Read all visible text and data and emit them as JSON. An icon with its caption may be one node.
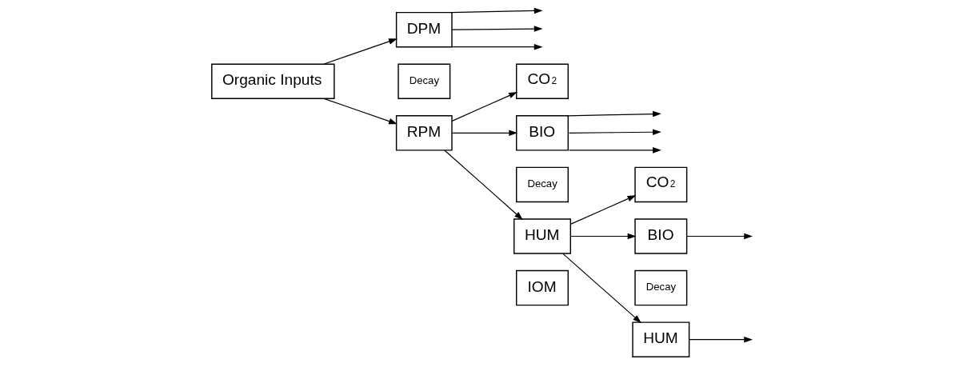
{
  "diagram": {
    "nodes": [
      {
        "text": [
          "Organic Inputs"
        ]
      },
      {
        "text": [
          "DPM"
        ]
      },
      {
        "text": [
          "RPM"
        ]
      },
      {
        "text": [
          "Decay"
        ]
      },
      {
        "text": [
          "CO$_{2}$"
        ]
      },
      {
        "text": [
          "BIO"
        ]
      },
      {
        "text": [
          "HUM"
        ]
      },
      {
        "text": [
          "Decay"
        ]
      },
      {
        "text": [
          "CO$_{2}$"
        ]
      },
      {
        "text": [
          "BIO"
        ]
      },
      {
        "text": [
          "HUM"
        ]
      },
      {
        "text": [
          "Decay"
        ]
      },
      {
        "text": [
          "IOM"
        ]
      }
    ],
    "edges": [
      {
        "from": 0,
        "to": 1,
        "arrow": "to"
      },
      {
        "from": 0,
        "to": 2,
        "arrow": "to"
      },
      {
        "from": 1,
        "to": null,
        "arrow": "to"
      },
      {
        "from": 1,
        "to": null,
        "arrow": "to"
      },
      {
        "from": 1,
        "to": null,
        "arrow": "to"
      },
      {
        "from": 2,
        "to": 4,
        "arrow": "to"
      },
      {
        "from": 2,
        "to": 5,
        "arrow": "to"
      },
      {
        "from": 2,
        "to": 6,
        "arrow": "to"
      },
      {
        "from": 5,
        "to": null,
        "arrow": "to"
      },
      {
        "from": 5,
        "to": null,
        "arrow": "to"
      },
      {
        "from": 5,
        "to": null,
        "arrow": "to"
      },
      {
        "from": 6,
        "to": 8,
        "arrow": "to"
      },
      {
        "from": 6,
        "to": 9,
        "arrow": "to"
      },
      {
        "from": 6,
        "to": 10,
        "arrow": "to"
      },
      {
        "from": 9,
        "to": null,
        "arrow": "to"
      },
      {
        "from": 10,
        "to": null,
        "arrow": "to"
      }
    ]
  }
}
